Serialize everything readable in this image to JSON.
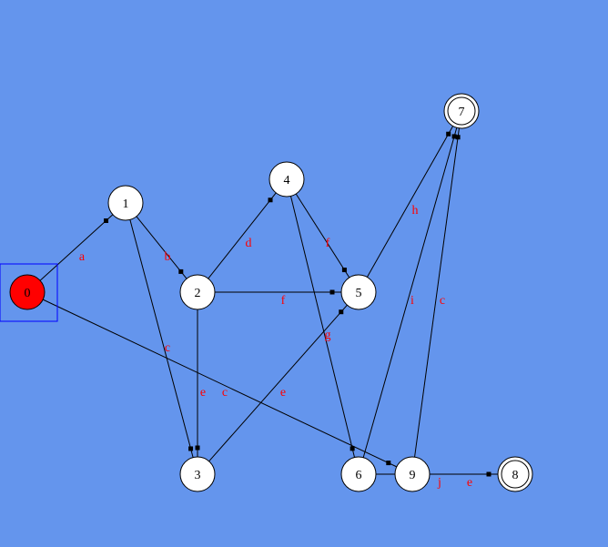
{
  "colors": {
    "background": "#6495ed",
    "node_fill": "#ffffff",
    "initial_fill": "#ff0000",
    "line": "#000000",
    "label": "#ff0000",
    "selection": "#0000ff"
  },
  "automaton": {
    "initial_state": "0",
    "selected_state": "0",
    "states": [
      {
        "id": "0",
        "label": "0",
        "initial": true,
        "accepting": false
      },
      {
        "id": "1",
        "label": "1",
        "initial": false,
        "accepting": false
      },
      {
        "id": "2",
        "label": "2",
        "initial": false,
        "accepting": false
      },
      {
        "id": "3",
        "label": "3",
        "initial": false,
        "accepting": false
      },
      {
        "id": "4",
        "label": "4",
        "initial": false,
        "accepting": false
      },
      {
        "id": "5",
        "label": "5",
        "initial": false,
        "accepting": false
      },
      {
        "id": "6",
        "label": "6",
        "initial": false,
        "accepting": false
      },
      {
        "id": "7",
        "label": "7",
        "initial": false,
        "accepting": true
      },
      {
        "id": "8",
        "label": "8",
        "initial": false,
        "accepting": true
      },
      {
        "id": "9",
        "label": "9",
        "initial": false,
        "accepting": false
      }
    ],
    "transitions": [
      {
        "id": "t1",
        "from": "0",
        "to": "1",
        "label": "a"
      },
      {
        "id": "t2",
        "from": "1",
        "to": "2",
        "label": "b"
      },
      {
        "id": "t3",
        "from": "1",
        "to": "3",
        "label": "c"
      },
      {
        "id": "t4",
        "from": "2",
        "to": "4",
        "label": "d"
      },
      {
        "id": "t5",
        "from": "2",
        "to": "5",
        "label": "f"
      },
      {
        "id": "t6",
        "from": "2",
        "to": "3",
        "label": "e"
      },
      {
        "id": "t7",
        "from": "0",
        "to": "9",
        "label": "c"
      },
      {
        "id": "t8",
        "from": "4",
        "to": "5",
        "label": "f"
      },
      {
        "id": "t9",
        "from": "4",
        "to": "6",
        "label": "e"
      },
      {
        "id": "t10",
        "from": "3",
        "to": "5",
        "label": "g"
      },
      {
        "id": "t11",
        "from": "5",
        "to": "7",
        "label": "h"
      },
      {
        "id": "t12",
        "from": "6",
        "to": "7",
        "label": "i"
      },
      {
        "id": "t13",
        "from": "9",
        "to": "7",
        "label": "c"
      },
      {
        "id": "t14",
        "from": "6",
        "to": "8",
        "label": "j"
      },
      {
        "id": "t15",
        "from": "9",
        "to": "8",
        "label": "e"
      }
    ]
  }
}
